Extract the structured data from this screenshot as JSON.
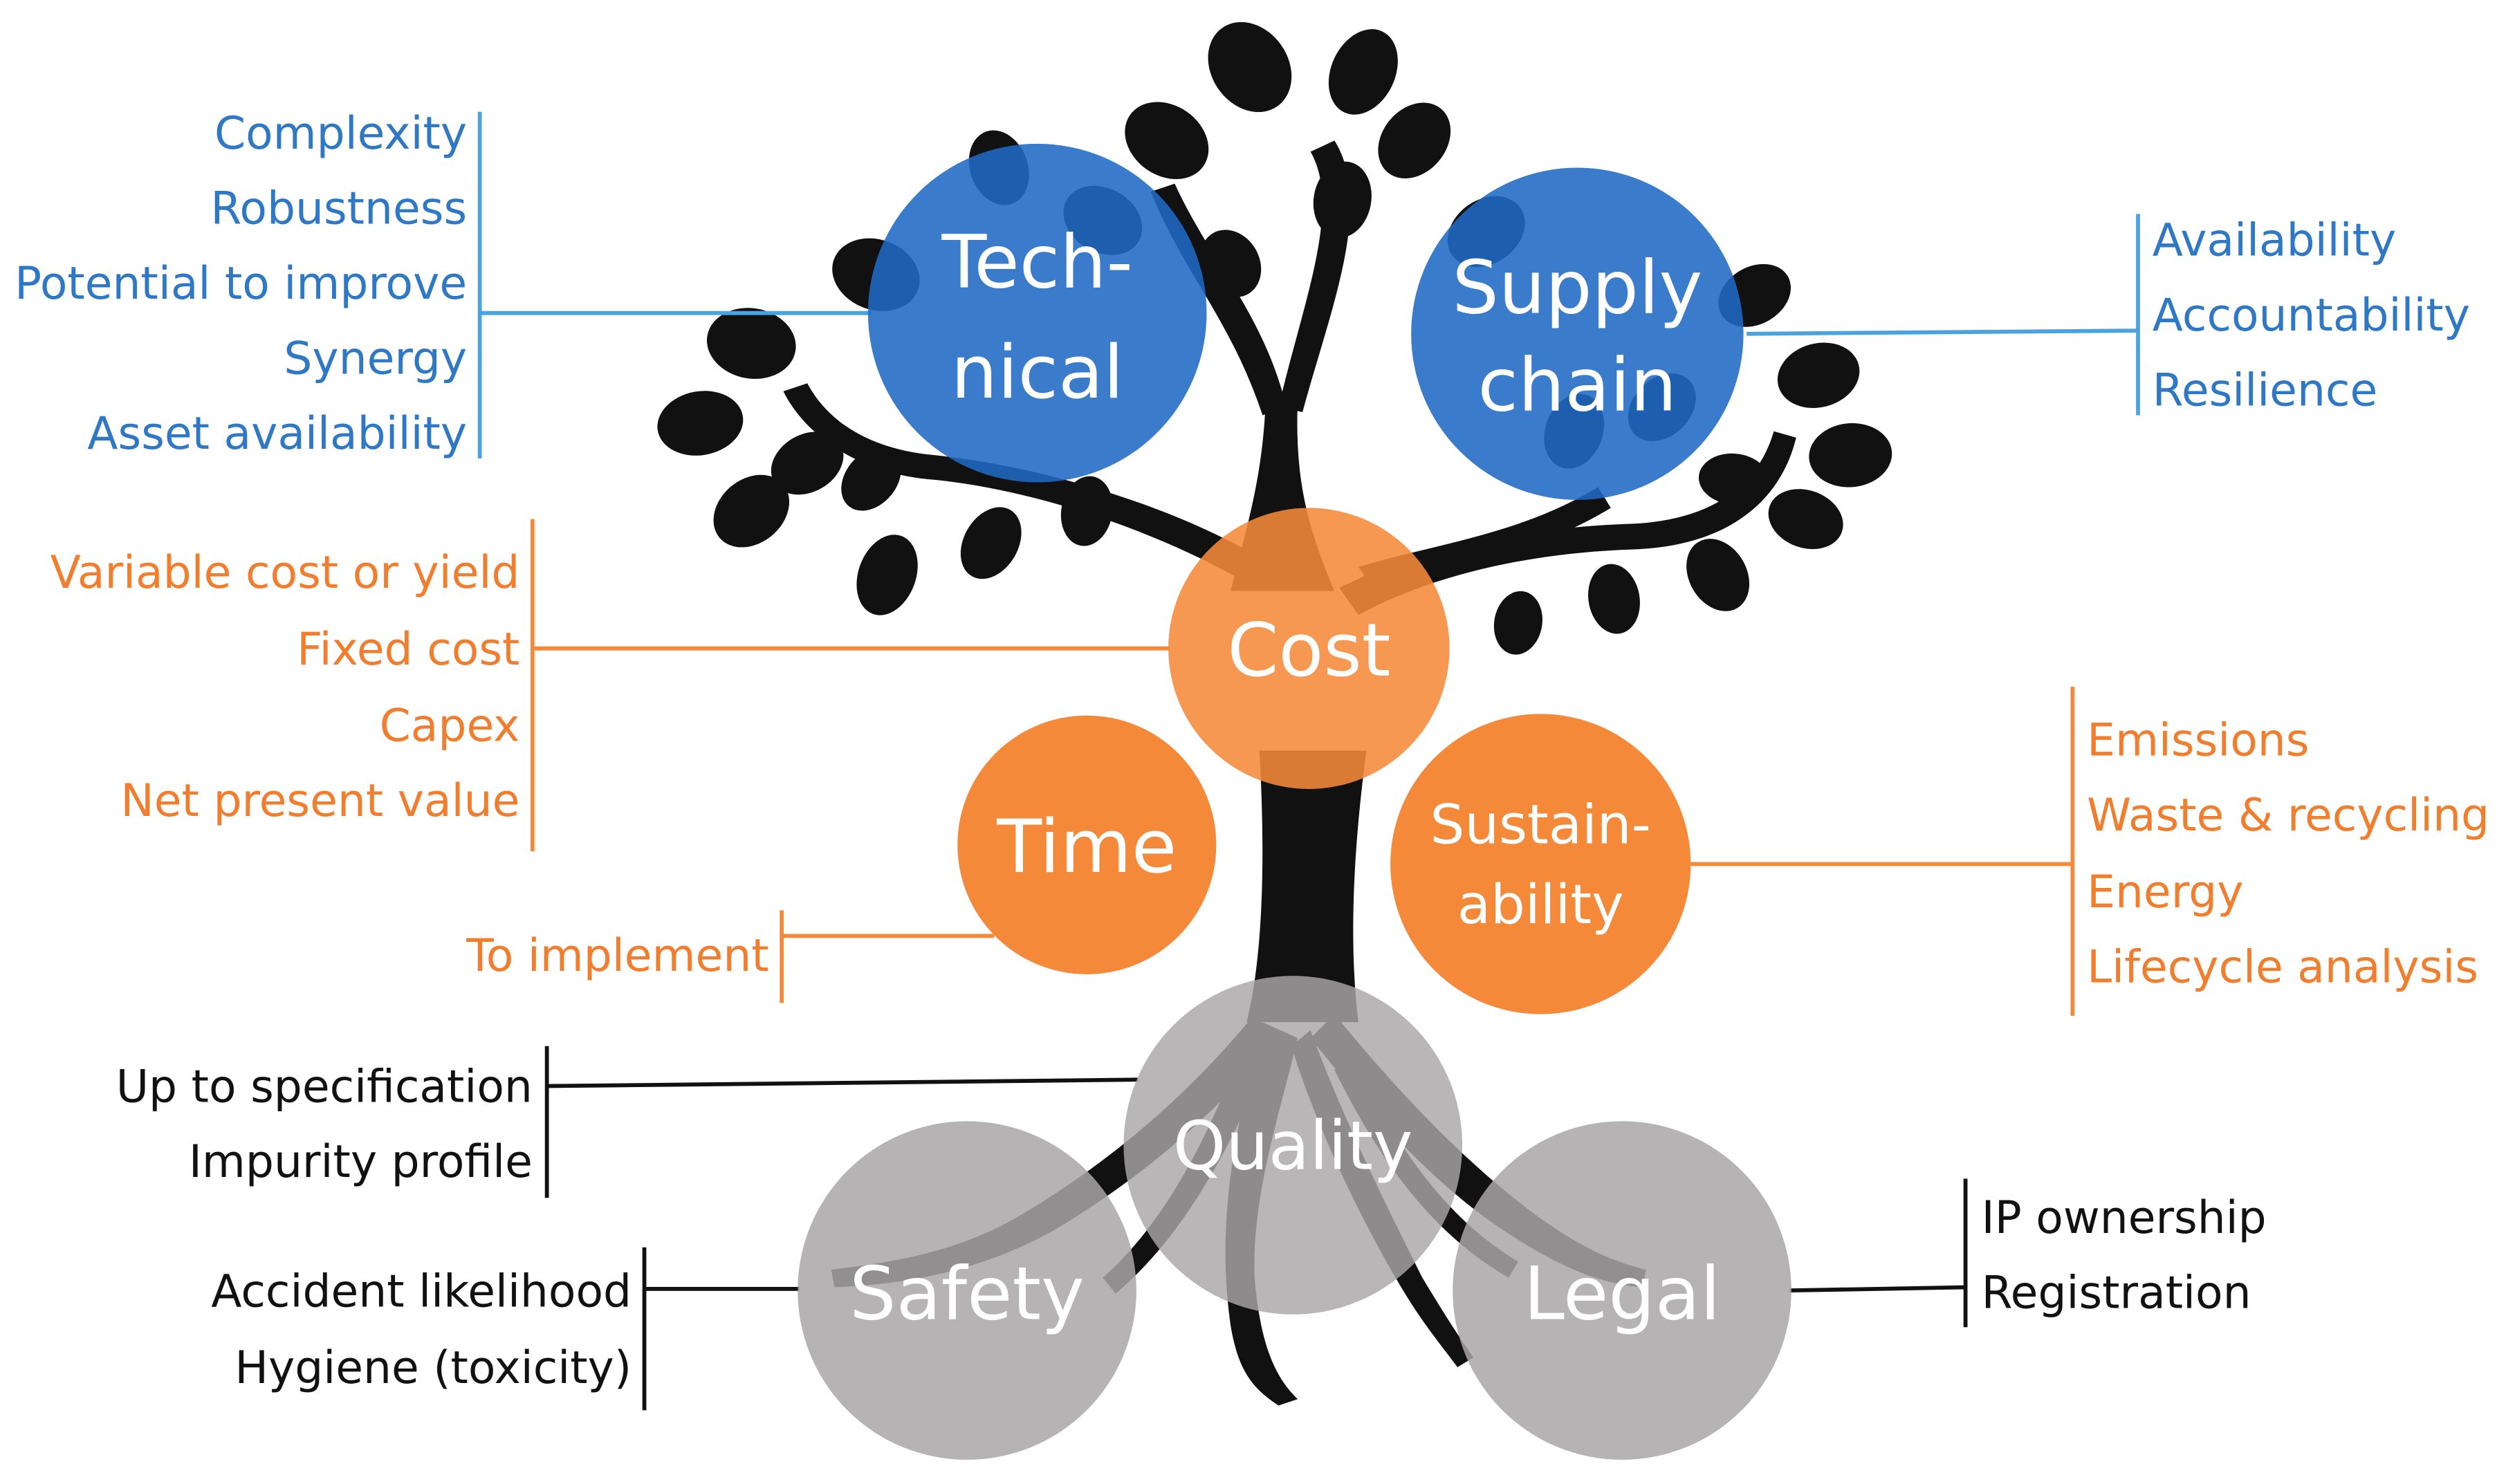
{
  "colors": {
    "blue": "#3a7dce",
    "blue_text": "#2f78c6",
    "blue_line": "#4aa3df",
    "orange": "#f5893a",
    "orange_text": "#f07e2e",
    "gray": "#a8a6a6",
    "black": "#111111",
    "white": "#ffffff"
  },
  "circles": {
    "technical": {
      "line1": "Tech-",
      "line2": "nical"
    },
    "supply_chain": {
      "line1": "Supply",
      "line2": "chain"
    },
    "cost": {
      "label": "Cost"
    },
    "time": {
      "label": "Time"
    },
    "sustainability": {
      "line1": "Sustain-",
      "line2": "ability"
    },
    "quality": {
      "label": "Quality"
    },
    "safety": {
      "label": "Safety"
    },
    "legal": {
      "label": "Legal"
    }
  },
  "lists": {
    "technical": [
      "Complexity",
      "Robustness",
      "Potential to improve",
      "Synergy",
      "Asset availability"
    ],
    "supply_chain": [
      "Availability",
      "Accountability",
      "Resilience"
    ],
    "cost": [
      "Variable cost or yield",
      "Fixed cost",
      "Capex",
      "Net present value"
    ],
    "time": [
      "To implement"
    ],
    "sustainability": [
      "Emissions",
      "Waste & recycling",
      "Energy",
      "Lifecycle analysis"
    ],
    "quality": [
      "Up to specification",
      "Impurity profile"
    ],
    "safety": [
      "Accident likelihood",
      "Hygiene (toxicity)"
    ],
    "legal": [
      "IP ownership",
      "Registration"
    ]
  }
}
